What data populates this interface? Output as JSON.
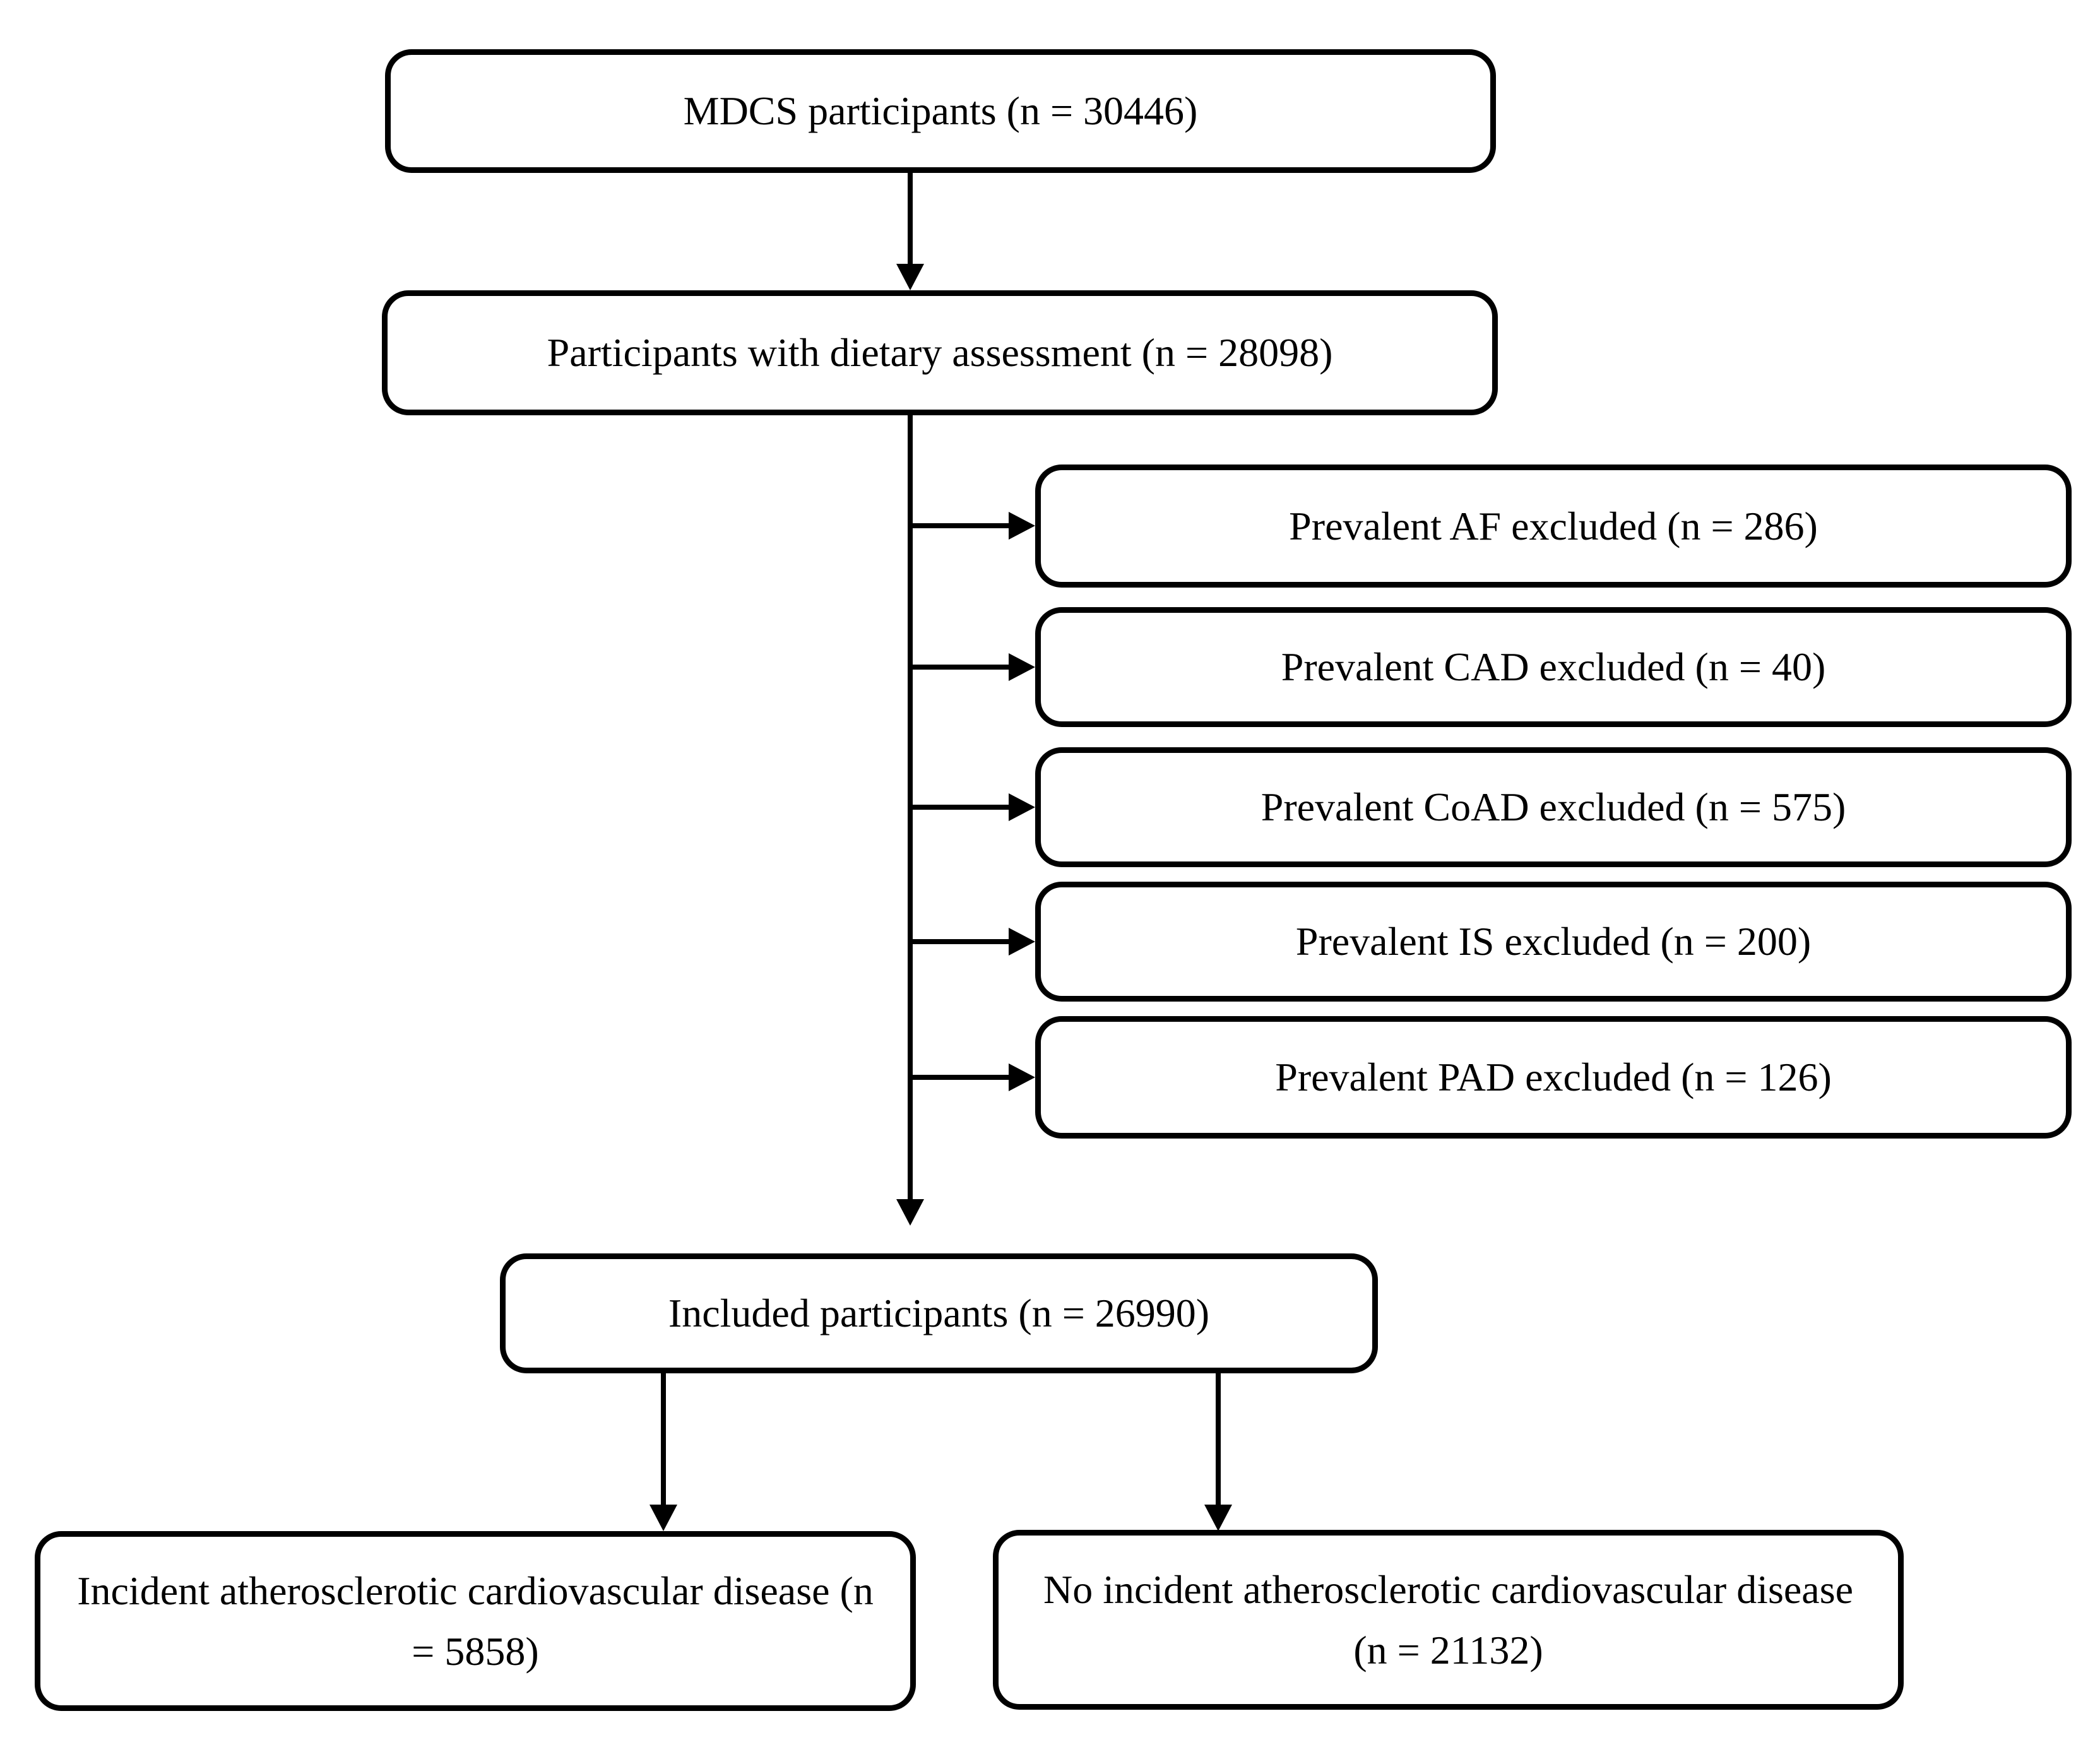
{
  "flowchart": {
    "boxes": {
      "mdcs": "MDCS participants (n = 30446)",
      "dietary": "Participants with dietary assessment (n = 28098)",
      "af": "Prevalent AF excluded (n = 286)",
      "cad": "Prevalent CAD excluded (n = 40)",
      "coad": "Prevalent CoAD excluded (n = 575)",
      "is": "Prevalent IS excluded (n = 200)",
      "pad": "Prevalent PAD excluded (n = 126)",
      "included": "Included participants (n = 26990)",
      "incident": "Incident atherosclerotic cardiovascular disease (n = 5858)",
      "no_incident": "No incident atherosclerotic cardiovascular disease (n = 21132)"
    },
    "colors": {
      "line": "#000000",
      "background": "#ffffff",
      "text": "#000000"
    }
  }
}
